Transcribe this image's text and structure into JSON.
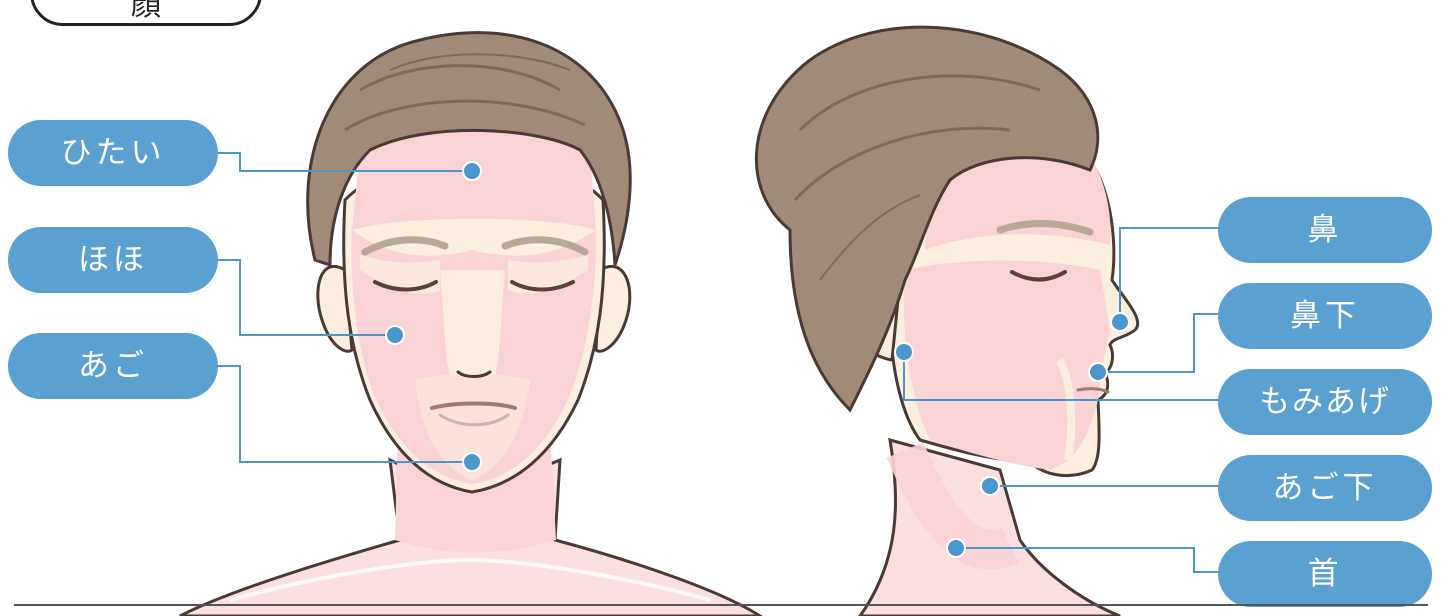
{
  "header": {
    "title": "顔"
  },
  "labels": {
    "hitai": "ひたい",
    "hoho": "ほほ",
    "ago": "あご",
    "hana": "鼻",
    "hanashita": "鼻下",
    "momiage": "もみあげ",
    "agoshita": "あご下",
    "kubi": "首"
  },
  "colors": {
    "label_fill": "#5aa0d0",
    "leader_line": "#4b96cc",
    "marker_dot": "#4b96cc",
    "treatment_area": "#f9d3d6",
    "skin": "#fcefe0",
    "hair": "#a08a78",
    "outline": "#4a3a36"
  }
}
